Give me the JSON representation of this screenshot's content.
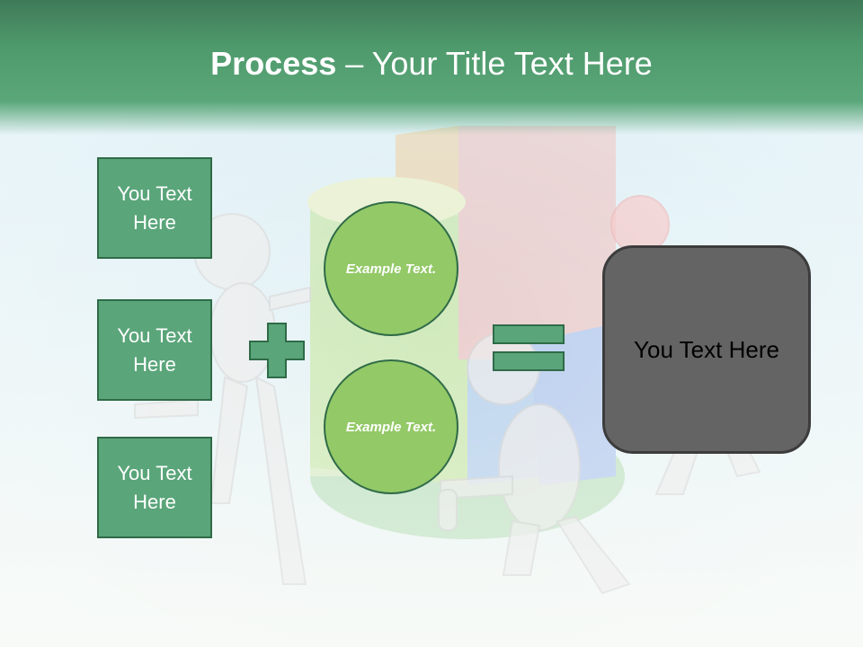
{
  "slide": {
    "title_bold": "Process",
    "title_rest": " – Your Title Text Here",
    "boxes": [
      {
        "label": "You Text Here"
      },
      {
        "label": "You Text Here"
      },
      {
        "label": "You Text Here"
      }
    ],
    "circles": [
      {
        "label": "Example Text."
      },
      {
        "label": "Example Text."
      }
    ],
    "result_label": "You Text Here",
    "operators": [
      "plus-icon",
      "equals-icon"
    ]
  },
  "colors": {
    "header": "#4f9a6c",
    "box_fill": "#5aa57a",
    "circle_fill": "#93c967",
    "result_fill": "#646464",
    "outline": "#2f6b48"
  }
}
